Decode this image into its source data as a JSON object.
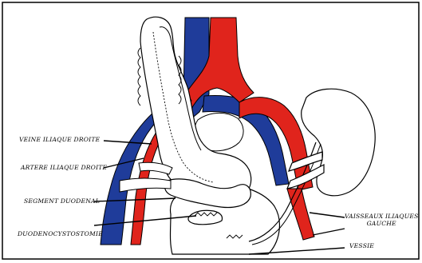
{
  "labels": {
    "veine_iliaque_droite": "VEINE ILIAQUE DROITE",
    "artere_iliaque_droite": "ARTERE ILIAQUE DROITE",
    "segment_duodenal": "SEGMENT DUODENAL",
    "duodenocystostomie": "DUODENOCYSTOSTOMIE",
    "vaisseaux_iliaques_line1": "VAISSEAUX ILIAQUES",
    "vaisseaux_iliaques_line2": "GAUCHE",
    "vessie": "VESSIE"
  },
  "colors": {
    "vein": "#1f3c9a",
    "artery": "#e0241c",
    "outline": "#000000",
    "organ_fill": "#ffffff",
    "background": "#ffffff"
  }
}
